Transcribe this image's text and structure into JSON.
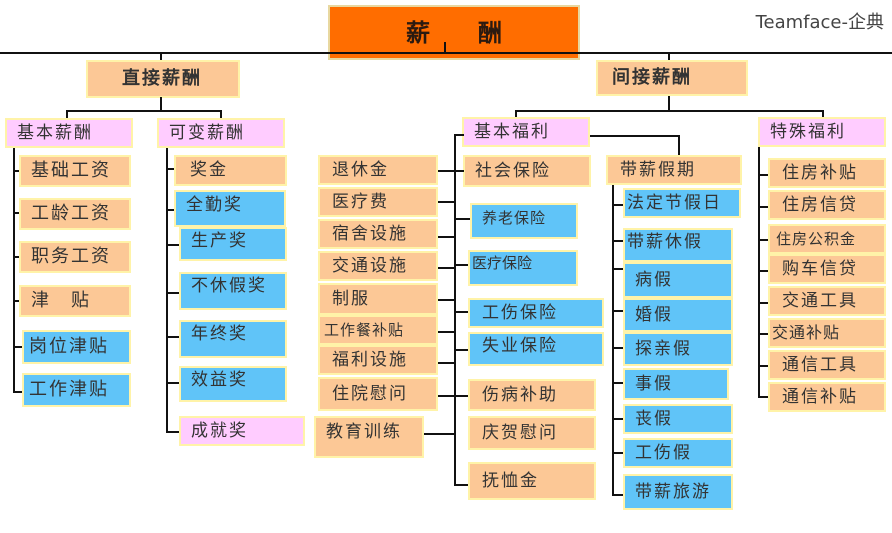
{
  "brand": "Teamface-企典",
  "root": {
    "label": "薪　　酬",
    "color": "#ff6d00"
  },
  "colors": {
    "orange": "#fcc896",
    "blue": "#60c4f8",
    "pink": "#ffccff",
    "border": "#fff3a8",
    "line": "#111111"
  },
  "direct": {
    "label": "直接薪酬",
    "basic": {
      "label": "基本薪酬",
      "items": [
        "基础工资",
        "工龄工资",
        "职务工资",
        "津　贴",
        "岗位津贴",
        "工作津贴"
      ]
    },
    "variable": {
      "label": "可变薪酬",
      "items": [
        "奖金",
        "全勤奖",
        "生产奖",
        "不休假奖",
        "年终奖",
        "效益奖",
        "成就奖"
      ]
    }
  },
  "indirect": {
    "label": "间接薪酬",
    "basic_welfare": {
      "label": "基本福利",
      "left_items": [
        "退休金",
        "医疗费",
        "宿舍设施",
        "交通设施",
        "制服",
        "工作餐补贴",
        "福利设施",
        "住院慰问",
        "教育训练"
      ],
      "right_items": [
        "社会保险",
        "养老保险",
        "医疗保险",
        "工伤保险",
        "失业保险",
        "伤病补助",
        "庆贺慰问",
        "抚恤金"
      ]
    },
    "paid_leave": {
      "label": "带薪假期",
      "items": [
        "法定节假日",
        "带薪休假",
        "病假",
        "婚假",
        "探亲假",
        "事假",
        "丧假",
        "工伤假",
        "带薪旅游"
      ]
    },
    "special_welfare": {
      "label": "特殊福利",
      "items": [
        "住房补贴",
        "住房信贷",
        "住房公积金",
        "购车信贷",
        "交通工具",
        "交通补贴",
        "通信工具",
        "通信补贴"
      ]
    }
  }
}
